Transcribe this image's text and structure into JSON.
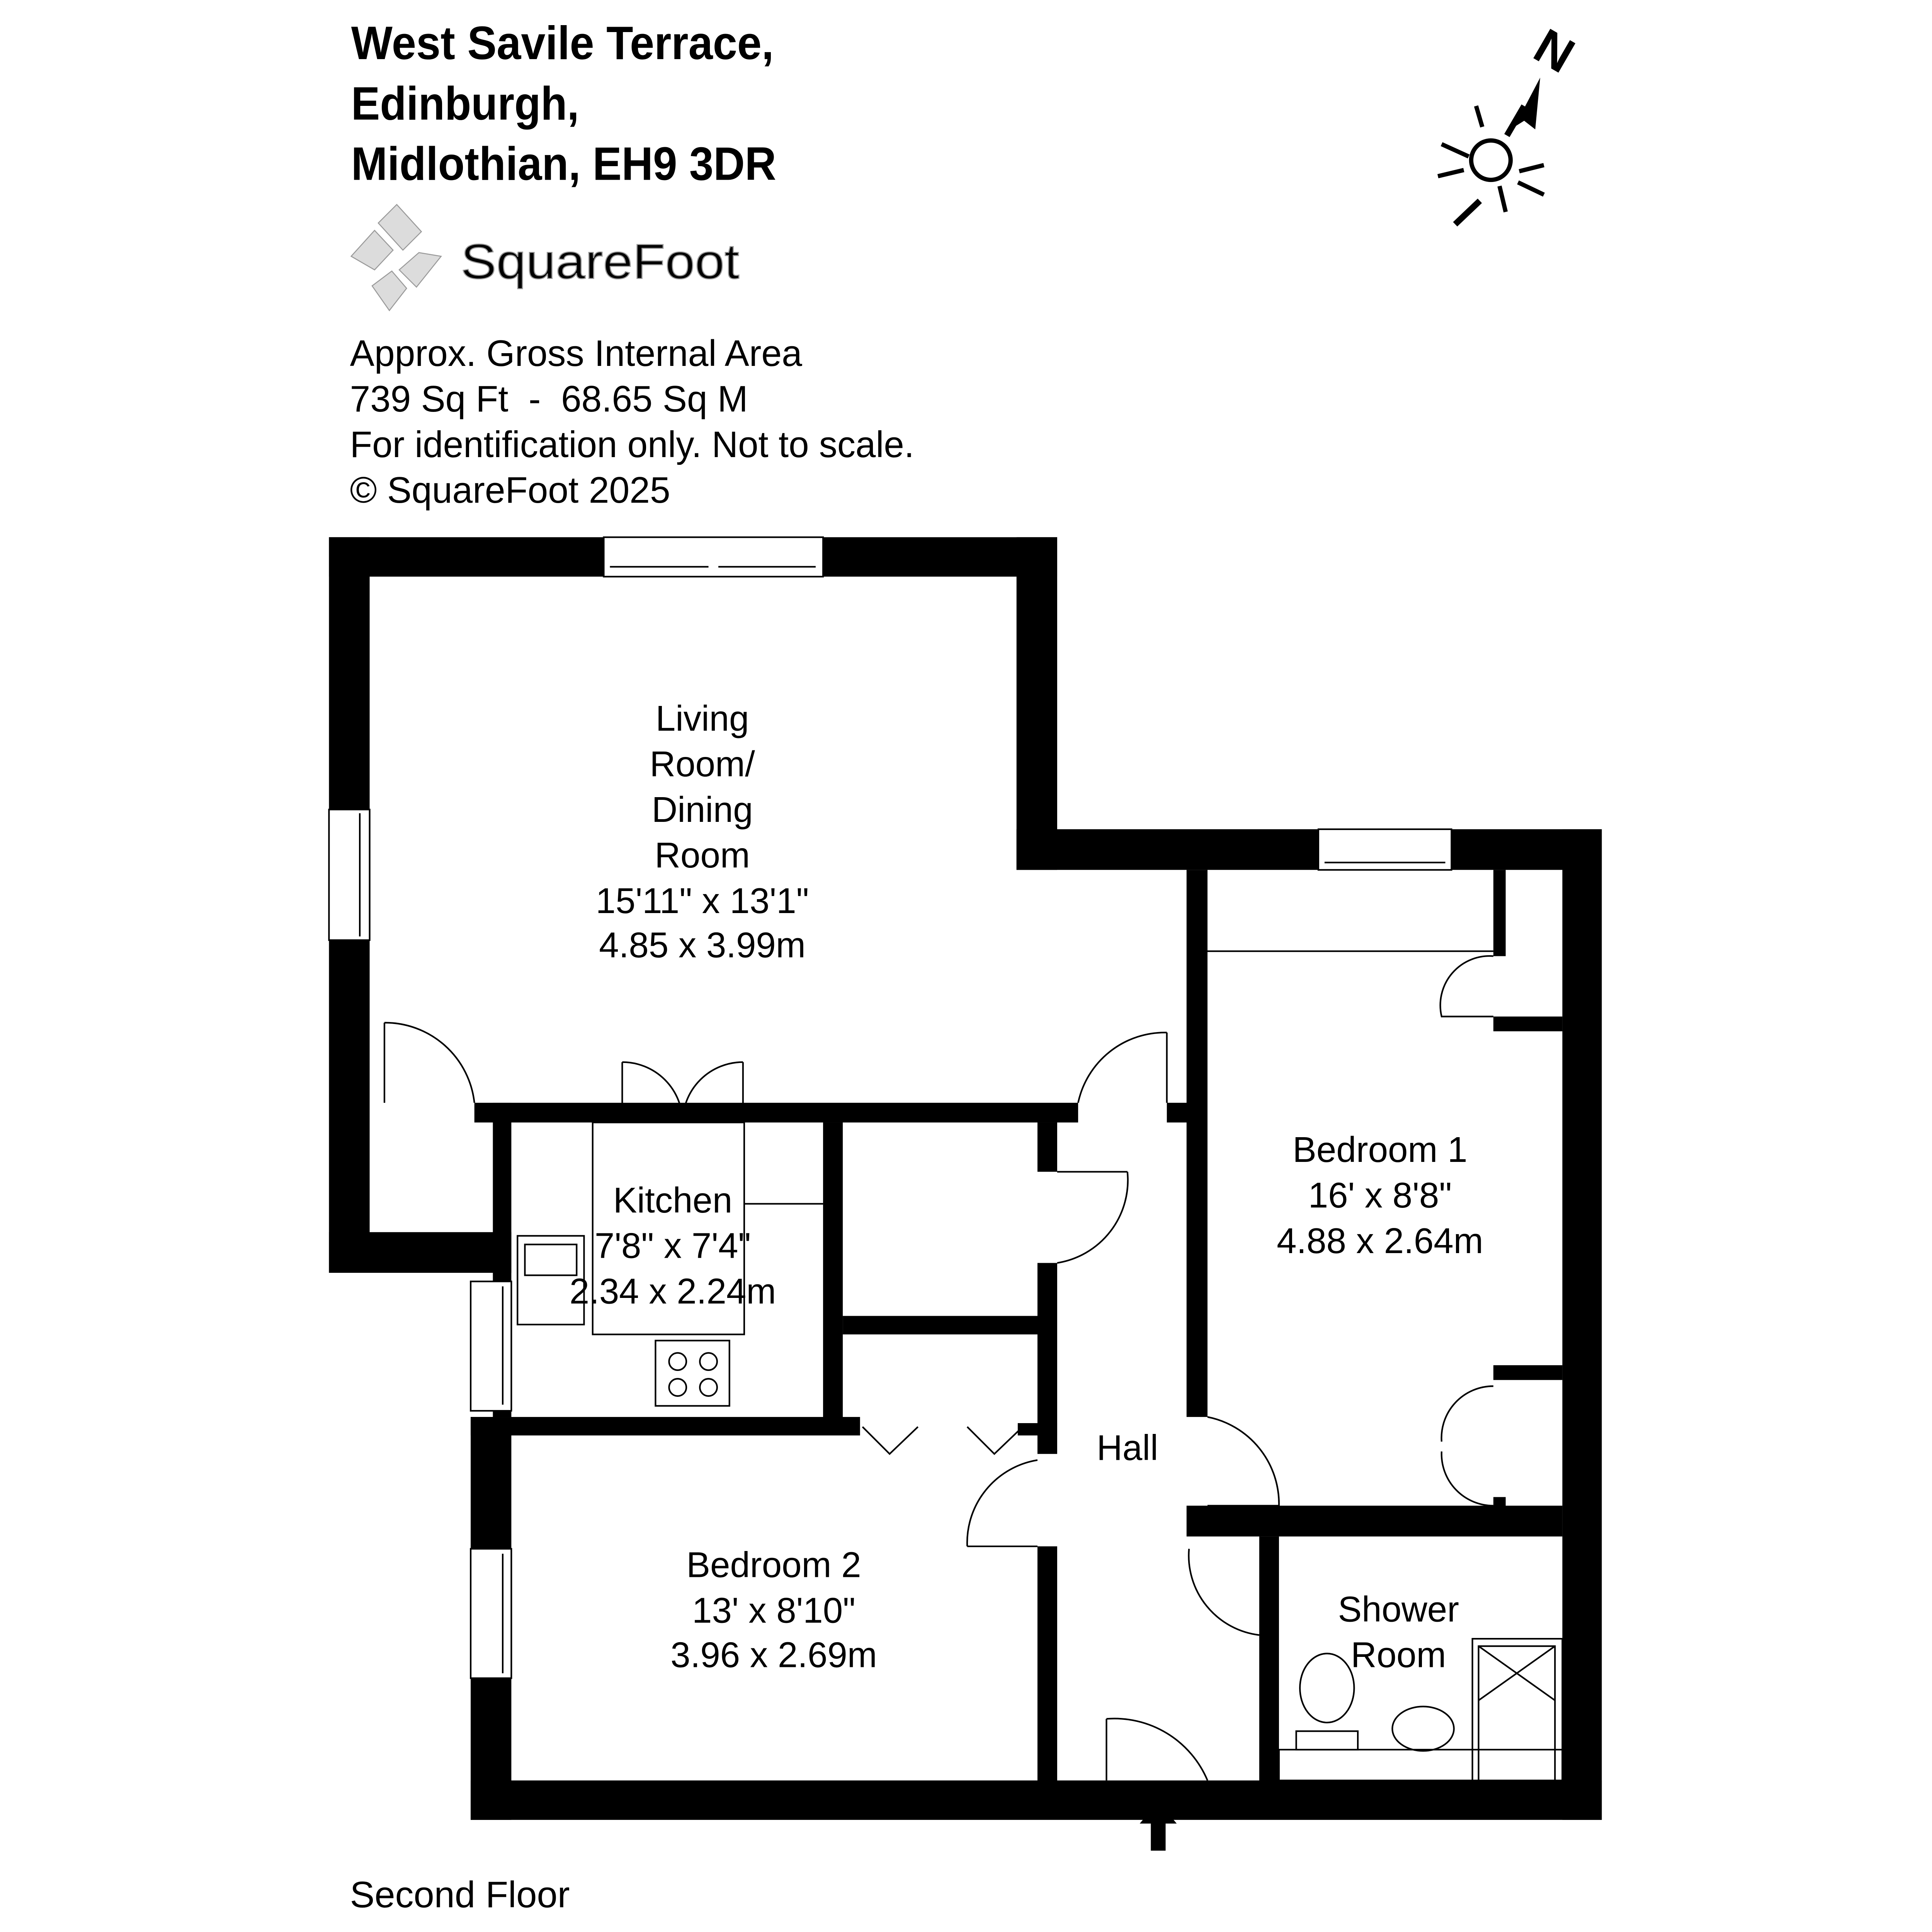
{
  "header": {
    "address_lines": [
      "West Savile Terrace,",
      "Edinburgh,",
      "Midlothian, EH9 3DR"
    ]
  },
  "logo": {
    "text": "SquareFoot",
    "color": "#d9d9d9"
  },
  "info": {
    "area_label": "Approx. Gross Internal Area",
    "area_value": "739 Sq Ft  -  68.65 Sq M",
    "disclaimer": "For identification only. Not to scale.",
    "copyright": "© SquareFoot 2025"
  },
  "compass": {
    "north_label": "N",
    "icon": "north-arrow-sun-icon"
  },
  "rooms": {
    "living": {
      "name_lines": [
        "Living",
        "Room/",
        "Dining",
        "Room"
      ],
      "imperial": "15'11\" x 13'1\"",
      "metric": "4.85 x 3.99m"
    },
    "kitchen": {
      "name": "Kitchen",
      "imperial": "7'8\" x 7'4\"",
      "metric": "2.34 x 2.24m"
    },
    "bedroom1": {
      "name": "Bedroom 1",
      "imperial": "16' x 8'8\"",
      "metric": "4.88 x 2.64m"
    },
    "bedroom2": {
      "name": "Bedroom 2",
      "imperial": "13' x 8'10\"",
      "metric": "3.96 x 2.69m"
    },
    "hall": {
      "name": "Hall"
    },
    "shower": {
      "name_lines": [
        "Shower",
        "Room"
      ]
    }
  },
  "floor_label": "Second Floor",
  "colors": {
    "wall": "#000000",
    "logo": "#d9d9d9"
  }
}
